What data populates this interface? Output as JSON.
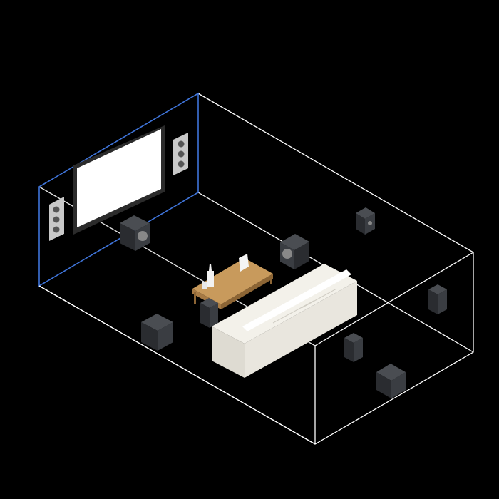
{
  "diagram": {
    "type": "isometric home theater speaker layout",
    "colors": {
      "background": "#000000",
      "room_edges": "#ffffff",
      "front_wall_edges": "#3f74d9",
      "screen": "#ffffff",
      "screen_frame": "#2b2b2b",
      "speaker_dark": "#2a2c30",
      "speaker_mid": "#3a3d42",
      "speaker_light": "#4a4d52",
      "sofa_top": "#f3f1ea",
      "sofa_side": "#e2dfd6",
      "table_top": "#c89a5c",
      "table_side": "#a67a45"
    },
    "elements": [
      "room-outline",
      "front-wall",
      "projection-screen",
      "front-left-speaker",
      "front-right-speaker",
      "subwoofer-front",
      "subwoofer-center",
      "rear-surround-speaker",
      "coffee-table",
      "sofa",
      "floor-speakers"
    ]
  }
}
